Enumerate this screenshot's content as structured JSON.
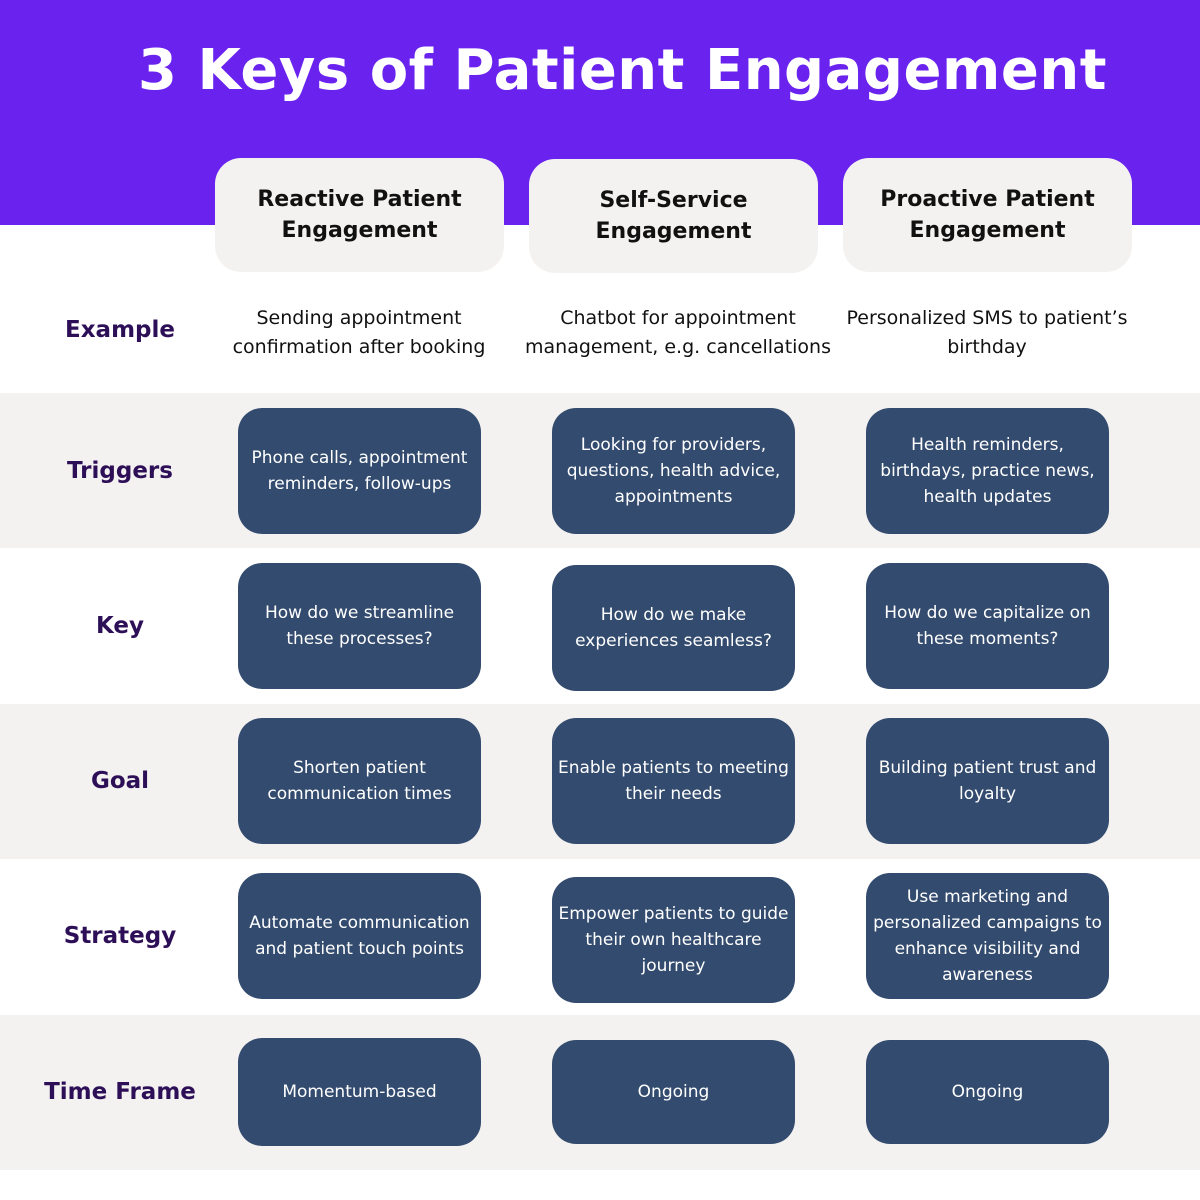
{
  "title": "3 Keys of Patient Engagement",
  "colors": {
    "banner": "#6a22ee",
    "cell": "#334b6e",
    "label": "#2d0f57",
    "band": "#f3f2f1"
  },
  "columns": [
    "Reactive Patient Engagement",
    "Self-Service Engagement",
    "Proactive Patient Engagement"
  ],
  "rows": [
    {
      "label": "Example",
      "cells": [
        "Sending appointment confirmation after booking",
        "Chatbot for appointment management, e.g. cancellations",
        "Personalized SMS to patient’s birthday"
      ]
    },
    {
      "label": "Triggers",
      "cells": [
        "Phone calls, appointment reminders, follow-ups",
        "Looking for providers, questions, health advice, appointments",
        "Health reminders, birthdays, practice news, health updates"
      ]
    },
    {
      "label": "Key",
      "cells": [
        "How do we streamline these processes?",
        "How do we make experiences seamless?",
        "How do we capitalize on these moments?"
      ]
    },
    {
      "label": "Goal",
      "cells": [
        "Shorten patient communication times",
        "Enable patients to meeting their needs",
        "Building patient trust and loyalty"
      ]
    },
    {
      "label": "Strategy",
      "cells": [
        "Automate communication and patient touch points",
        "Empower patients to guide their own healthcare journey",
        "Use marketing and personalized campaigns to enhance visibility and awareness"
      ]
    },
    {
      "label": "Time Frame",
      "cells": [
        "Momentum-based",
        "Ongoing",
        "Ongoing"
      ]
    }
  ]
}
